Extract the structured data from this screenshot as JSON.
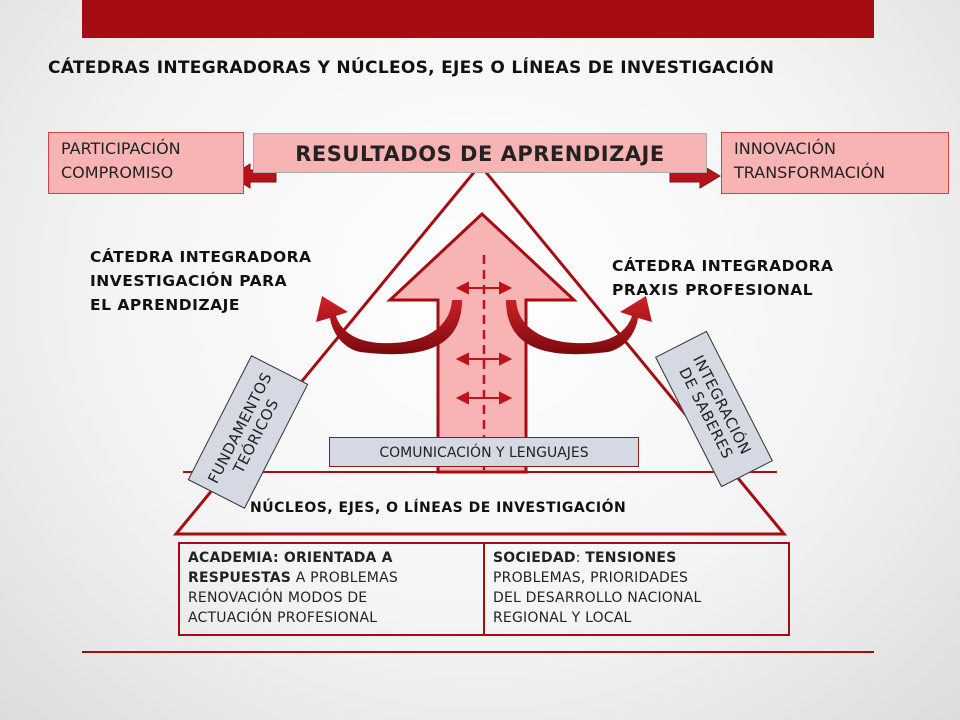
{
  "title": "CÁTEDRAS INTEGRADORAS  Y NÚCLEOS, EJES O LÍNEAS DE INVESTIGACIÓN",
  "top_left": {
    "line1": "PARTICIPACIÓN",
    "line2": "COMPROMISO"
  },
  "top_center": "RESULTADOS DE APRENDIZAJE",
  "top_right": {
    "line1": "INNOVACIÓN",
    "line2": "TRANSFORMACIÓN"
  },
  "catedra_left": {
    "line1": "CÁTEDRA INTEGRADORA",
    "line2": "INVESTIGACIÓN PARA",
    "line3": "EL APRENDIZAJE"
  },
  "catedra_right": {
    "line1": "CÁTEDRA INTEGRADORA",
    "line2": "PRAXIS PROFESIONAL"
  },
  "fundamentos": {
    "line1": "FUNDAMENTOS",
    "line2": "TEÓRICOS"
  },
  "integracion": {
    "line1": "INTEGRACIÓN",
    "line2": "DE SABERES"
  },
  "comunicacion": "COMUNICACIÓN Y LENGUAJES",
  "nucleos": "NÚCLEOS, EJES,  O LÍNEAS DE INVESTIGACIÓN",
  "academia": {
    "bold1": "ACADEMIA: ORIENTADA A",
    "bold2": "RESPUESTAS",
    "rest2": " A PROBLEMAS",
    "line3": "RENOVACIÓN   MODOS DE",
    "line4": "ACTUACIÓN PROFESIONAL"
  },
  "sociedad": {
    "bold1": "SOCIEDAD",
    "sep": ": ",
    "bold1b": "TENSIONES",
    "line2": "PROBLEMAS, PRIORIDADES",
    "line3": "DEL DESARROLLO NACIONAL",
    "line4": "REGIONAL Y LOCAL"
  },
  "colors": {
    "accent": "#a50d12",
    "pink": "#f8b3b5",
    "gray_box": "#d5d9e3"
  }
}
